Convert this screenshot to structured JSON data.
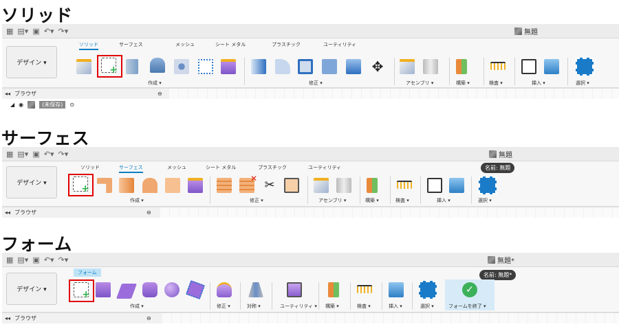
{
  "sections": [
    {
      "heading": "ソリッド",
      "title": "無題",
      "design": "デザイン ▾",
      "tabs": [
        "ソリッド",
        "サーフェス",
        "メッシュ",
        "シート メタル",
        "プラスチック",
        "ユーティリティ"
      ],
      "groups": [
        "作成 ▾",
        "修正 ▾",
        "アセンブリ ▾",
        "構築 ▾",
        "検査 ▾",
        "挿入 ▾",
        "選択 ▾"
      ],
      "browser": "ブラウザ",
      "tree_item": "(未保存)"
    },
    {
      "heading": "サーフェス",
      "title": "無題",
      "tooltip": "名前: 無題",
      "design": "デザイン ▾",
      "tabs": [
        "ソリッド",
        "サーフェス",
        "メッシュ",
        "シート メタル",
        "プラスチック",
        "ユーティリティ"
      ],
      "groups": [
        "作成 ▾",
        "修正 ▾",
        "アセンブリ ▾",
        "構築 ▾",
        "検査 ▾",
        "挿入 ▾",
        "選択 ▾"
      ],
      "browser": "ブラウザ"
    },
    {
      "heading": "フォーム",
      "title": "無題*",
      "tooltip": "名前: 無題*",
      "design": "デザイン ▾",
      "tabs": [
        "フォーム"
      ],
      "groups": [
        "作成 ▾",
        "修正 ▾",
        "対称 ▾",
        "ユーティリティ ▾",
        "構築 ▾",
        "検査 ▾",
        "挿入 ▾",
        "選択 ▾",
        "フォームを終了 ▾"
      ],
      "browser": "ブラウザ"
    }
  ],
  "colors": {
    "accent": "#0a7fc4",
    "highlight_box": "#e10000",
    "finish_green": "#3cb15a"
  }
}
